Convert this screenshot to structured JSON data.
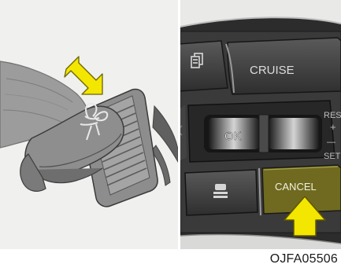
{
  "buttons": {
    "cruise": "CRUISE",
    "ok": "OK",
    "res": "RES",
    "plus": "+",
    "minus": "—",
    "set": "SET",
    "cancel": "CANCEL"
  },
  "figure_code": "OJFA05506",
  "colors": {
    "arrow_fill": "#f3e600",
    "cancel_button": "#6f6a1f",
    "panel_left": "#f0f0ef",
    "wheel_dark": "#2c2c2c"
  },
  "icons": [
    "hand-pointing-arrow-icon",
    "press-arrow-icon",
    "menu-icon",
    "lane-assist-icon",
    "scroll-wheel-icon"
  ]
}
